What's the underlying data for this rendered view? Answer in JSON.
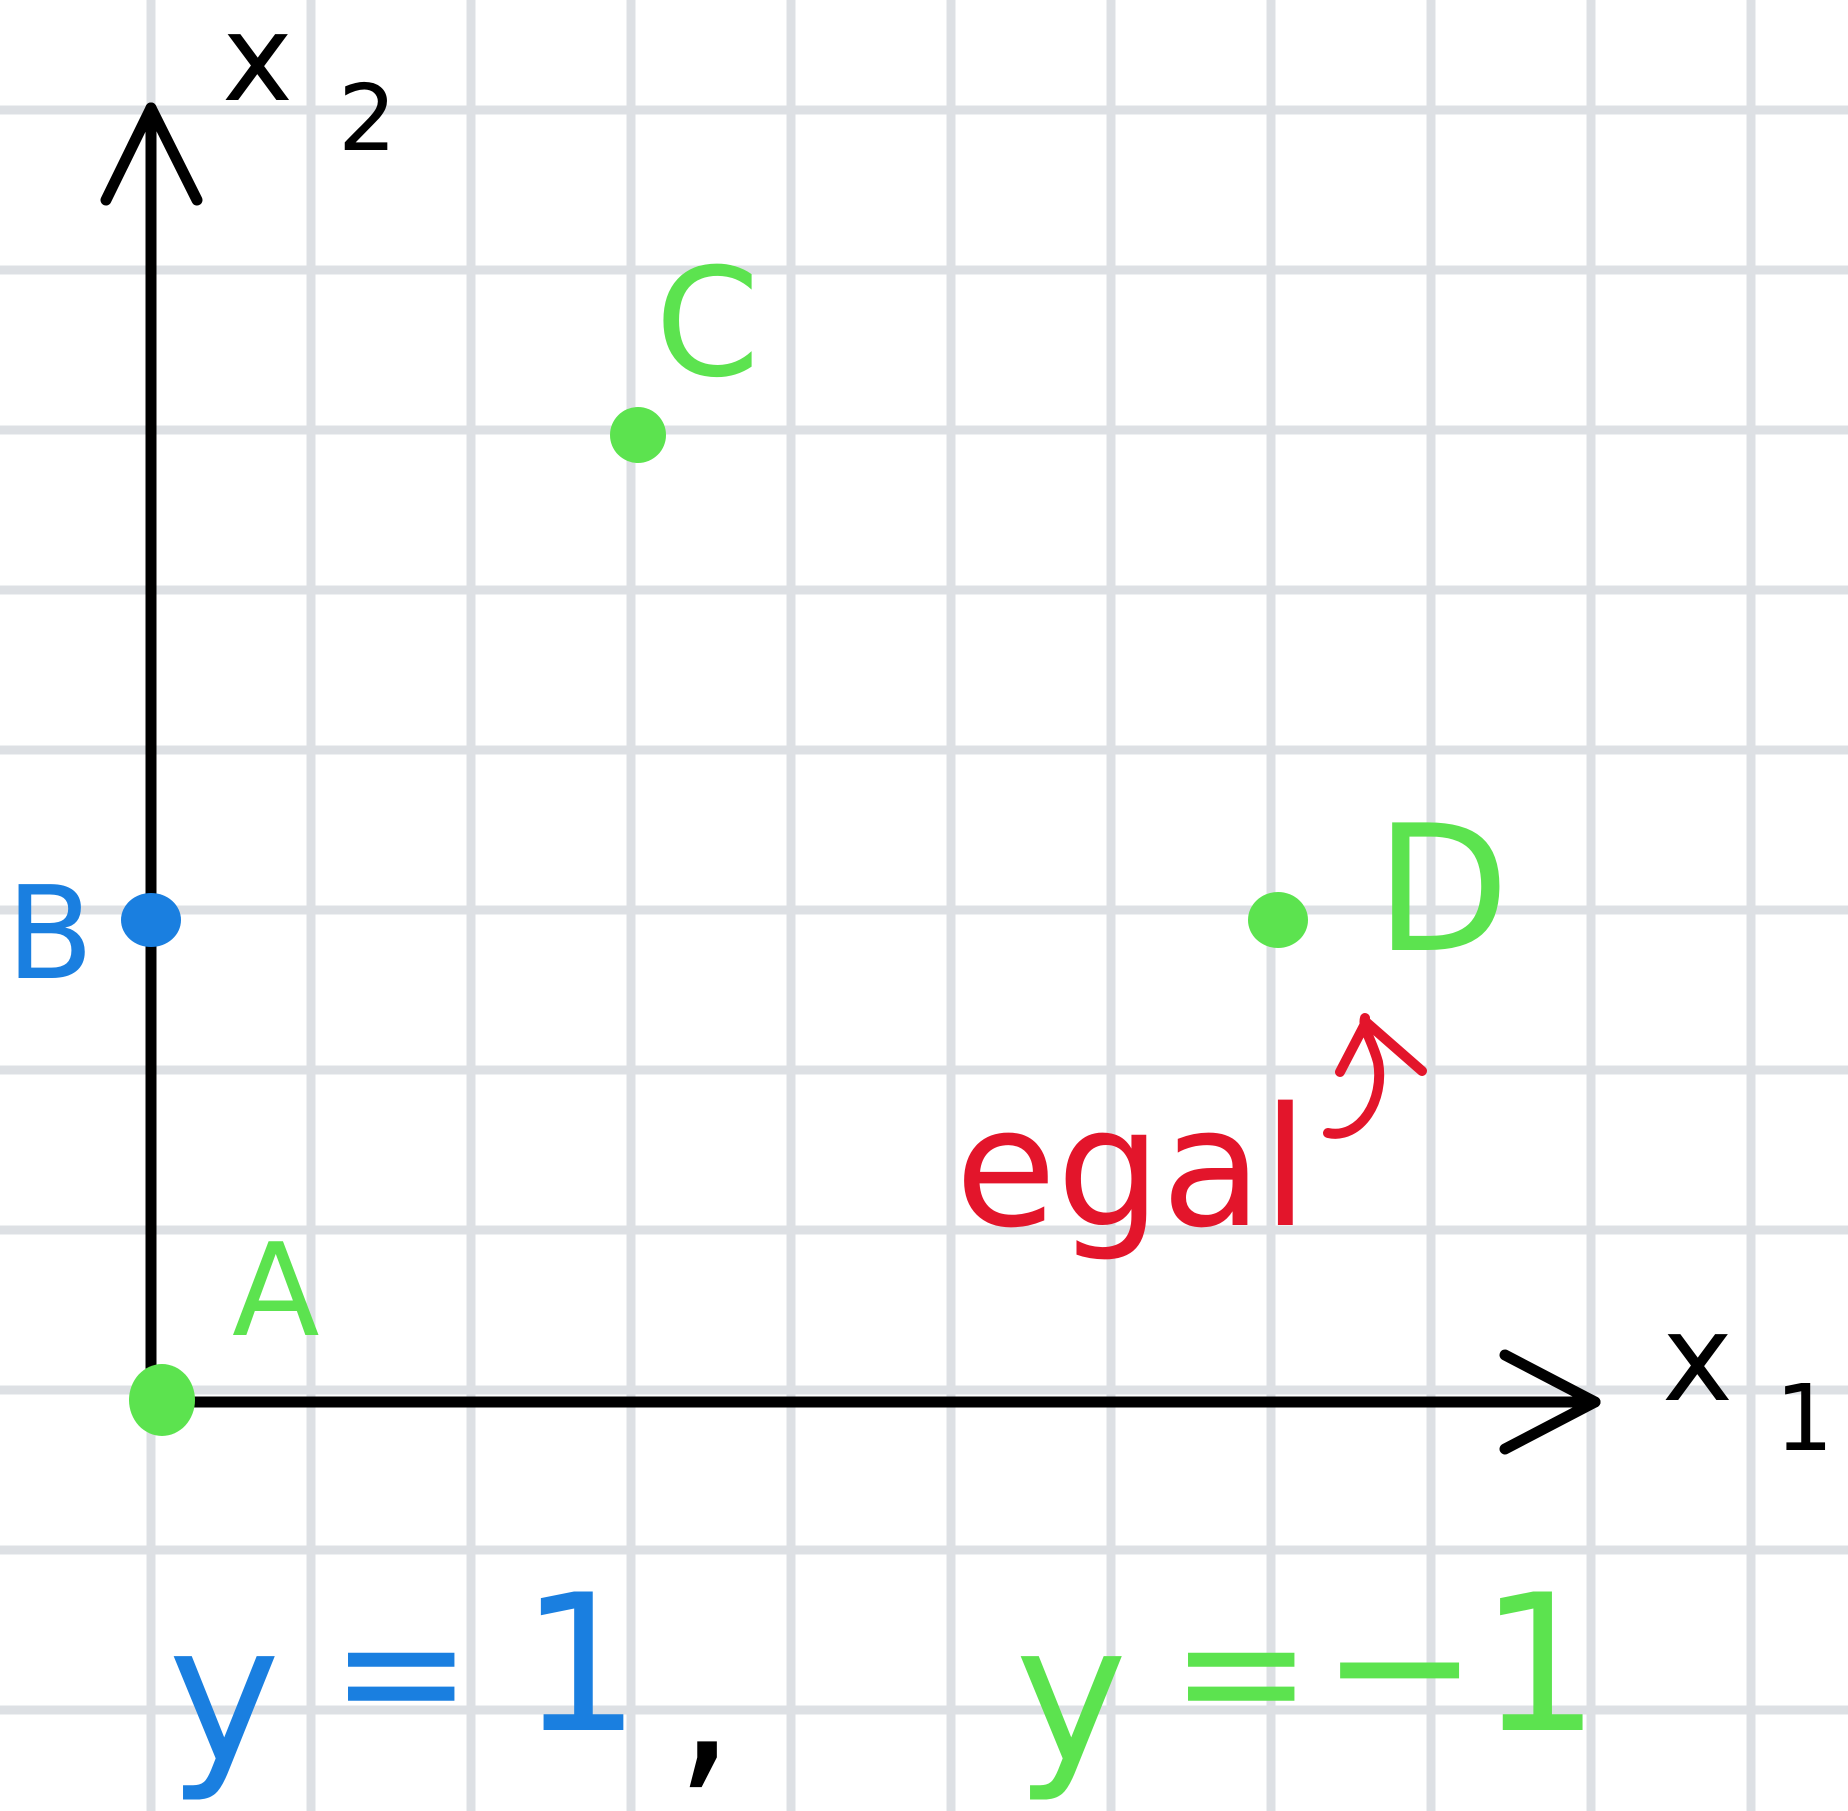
{
  "axes": {
    "x_label_main": "x",
    "x_label_sub": "1",
    "y_label_main": "x",
    "y_label_sub": "2",
    "color": "#000000"
  },
  "grid": {
    "color": "#dde0e4"
  },
  "points": [
    {
      "id": "A",
      "label": "A",
      "color": "#5ce34f"
    },
    {
      "id": "B",
      "label": "B",
      "color": "#1a7fe0"
    },
    {
      "id": "C",
      "label": "C",
      "color": "#5ce34f"
    },
    {
      "id": "D",
      "label": "D",
      "color": "#5ce34f"
    }
  ],
  "annotation": {
    "text": "egal",
    "color": "#e3152b"
  },
  "class_labels": {
    "positive": {
      "var": "y",
      "eq": "=",
      "value": "1",
      "sep": ",",
      "color": "#1a7fe0"
    },
    "negative": {
      "var": "y",
      "eq": "=",
      "value": "−1",
      "color": "#5ce34f"
    }
  }
}
